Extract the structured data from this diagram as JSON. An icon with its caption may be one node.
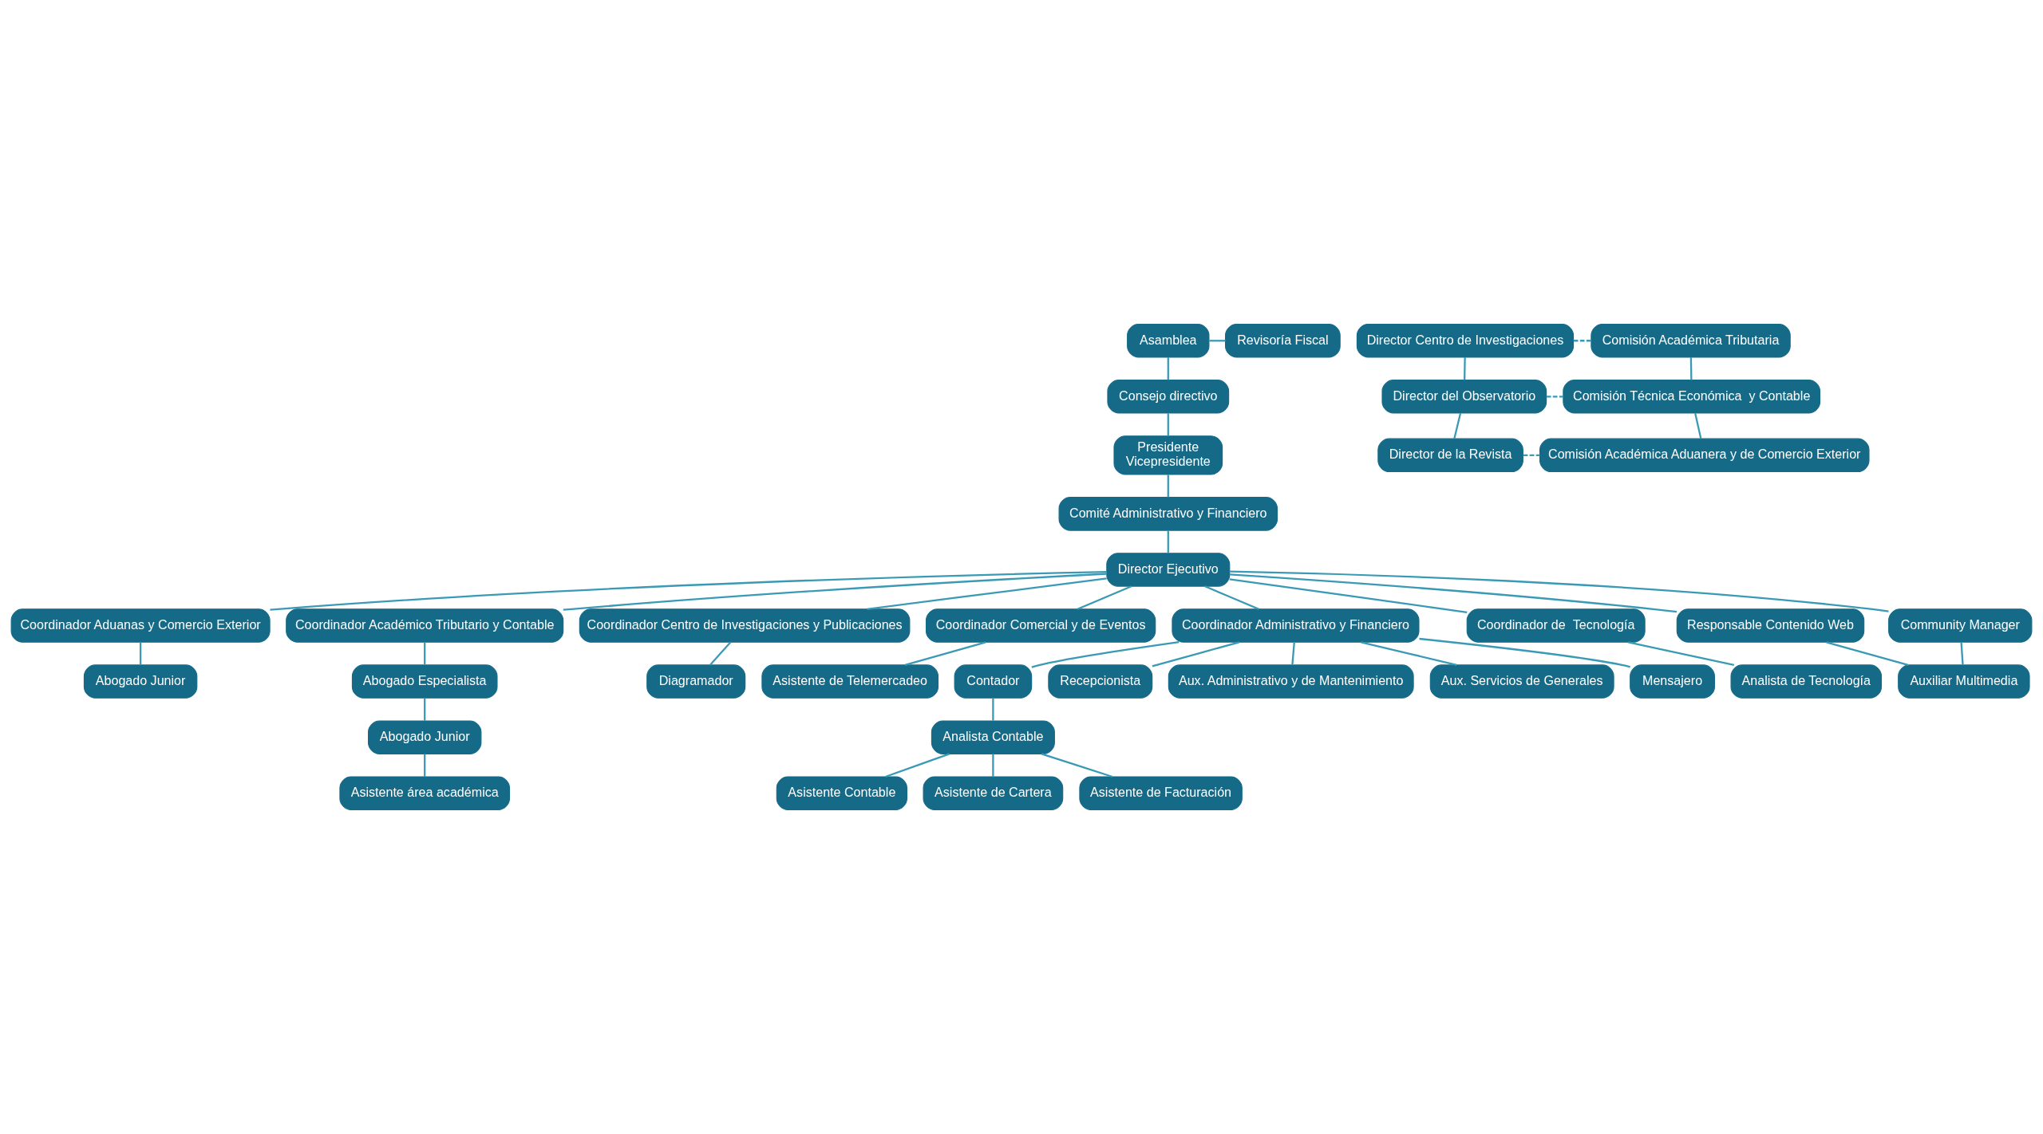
{
  "diagram": {
    "nodes": [
      {
        "text": [
          "Asamblea"
        ]
      },
      {
        "text": [
          "Revisoría Fiscal"
        ]
      },
      {
        "text": [
          "Consejo directivo"
        ]
      },
      {
        "text": [
          "Presidente",
          "Vicepresidente"
        ]
      },
      {
        "text": [
          "Comité Administrativo y Financiero"
        ]
      },
      {
        "text": [
          "Director Centro de Investigaciones"
        ]
      },
      {
        "text": [
          "Comisión Académica Tributaria"
        ]
      },
      {
        "text": [
          "Director del Observatorio"
        ]
      },
      {
        "text": [
          "Comisión Técnica Económica  y Contable"
        ]
      },
      {
        "text": [
          "Director de la Revista"
        ]
      },
      {
        "text": [
          "Comisión Académica Aduanera y de Comercio Exterior"
        ]
      },
      {
        "text": [
          "Director Ejecutivo"
        ]
      },
      {
        "text": [
          "Coordinador Aduanas y Comercio Exterior"
        ]
      },
      {
        "text": [
          "Coordinador Académico Tributario y Contable"
        ]
      },
      {
        "text": [
          "Coordinador Centro de Investigaciones y Publicaciones"
        ]
      },
      {
        "text": [
          "Coordinador Comercial y de Eventos"
        ]
      },
      {
        "text": [
          "Coordinador Administrativo y Financiero"
        ]
      },
      {
        "text": [
          "Coordinador de  Tecnología"
        ]
      },
      {
        "text": [
          "Responsable Contenido Web"
        ]
      },
      {
        "text": [
          "Community Manager"
        ]
      },
      {
        "text": [
          "Abogado Junior"
        ]
      },
      {
        "text": [
          "Abogado Especialista"
        ]
      },
      {
        "text": [
          "Abogado Junior"
        ]
      },
      {
        "text": [
          "Asistente área académica"
        ]
      },
      {
        "text": [
          "Diagramador"
        ]
      },
      {
        "text": [
          "Asistente de Telemercadeo"
        ]
      },
      {
        "text": [
          "Contador"
        ]
      },
      {
        "text": [
          "Analista Contable"
        ]
      },
      {
        "text": [
          "Asistente Contable"
        ]
      },
      {
        "text": [
          "Asistente de Cartera"
        ]
      },
      {
        "text": [
          "Asistente de Facturación"
        ]
      },
      {
        "text": [
          "Recepcionista"
        ]
      },
      {
        "text": [
          "Aux. Administrativo y de Mantenimiento"
        ]
      },
      {
        "text": [
          "Aux. Servicios de Generales"
        ]
      },
      {
        "text": [
          "Mensajero"
        ]
      },
      {
        "text": [
          "Analista de Tecnología"
        ]
      },
      {
        "text": [
          "Auxiliar Multimedia"
        ]
      }
    ],
    "edges": [
      {
        "from": 0,
        "to": 1,
        "arrow": "none"
      },
      {
        "from": 0,
        "to": 2,
        "arrow": "none"
      },
      {
        "from": 2,
        "to": 3,
        "arrow": "none"
      },
      {
        "from": 3,
        "to": 4,
        "arrow": "none"
      },
      {
        "from": 4,
        "to": 11,
        "arrow": "none"
      },
      {
        "from": 5,
        "to": 6,
        "arrow": "none",
        "style": "dashed"
      },
      {
        "from": 7,
        "to": 8,
        "arrow": "none",
        "style": "dashed"
      },
      {
        "from": 9,
        "to": 10,
        "arrow": "none",
        "style": "dashed"
      },
      {
        "from": 5,
        "to": 7,
        "arrow": "none"
      },
      {
        "from": 7,
        "to": 9,
        "arrow": "none"
      },
      {
        "from": 6,
        "to": 8,
        "arrow": "none"
      },
      {
        "from": 8,
        "to": 10,
        "arrow": "none"
      },
      {
        "from": 11,
        "to": 12,
        "arrow": "none"
      },
      {
        "from": 11,
        "to": 13,
        "arrow": "none"
      },
      {
        "from": 11,
        "to": 14,
        "arrow": "none"
      },
      {
        "from": 11,
        "to": 15,
        "arrow": "none"
      },
      {
        "from": 11,
        "to": 16,
        "arrow": "none"
      },
      {
        "from": 11,
        "to": 17,
        "arrow": "none"
      },
      {
        "from": 11,
        "to": 18,
        "arrow": "none"
      },
      {
        "from": 11,
        "to": 19,
        "arrow": "none"
      },
      {
        "from": 12,
        "to": 20,
        "arrow": "none"
      },
      {
        "from": 13,
        "to": 21,
        "arrow": "none"
      },
      {
        "from": 21,
        "to": 22,
        "arrow": "none"
      },
      {
        "from": 22,
        "to": 23,
        "arrow": "none"
      },
      {
        "from": 14,
        "to": 24,
        "arrow": "none"
      },
      {
        "from": 15,
        "to": 25,
        "arrow": "none"
      },
      {
        "from": 16,
        "to": 26,
        "arrow": "none"
      },
      {
        "from": 26,
        "to": 27,
        "arrow": "none"
      },
      {
        "from": 27,
        "to": 28,
        "arrow": "none"
      },
      {
        "from": 27,
        "to": 29,
        "arrow": "none"
      },
      {
        "from": 27,
        "to": 30,
        "arrow": "none"
      },
      {
        "from": 16,
        "to": 31,
        "arrow": "none"
      },
      {
        "from": 16,
        "to": 32,
        "arrow": "none"
      },
      {
        "from": 16,
        "to": 33,
        "arrow": "none"
      },
      {
        "from": 16,
        "to": 34,
        "arrow": "none"
      },
      {
        "from": 17,
        "to": 35,
        "arrow": "none"
      },
      {
        "from": 18,
        "to": 36,
        "arrow": "none"
      },
      {
        "from": 19,
        "to": 36,
        "arrow": "none"
      }
    ]
  }
}
